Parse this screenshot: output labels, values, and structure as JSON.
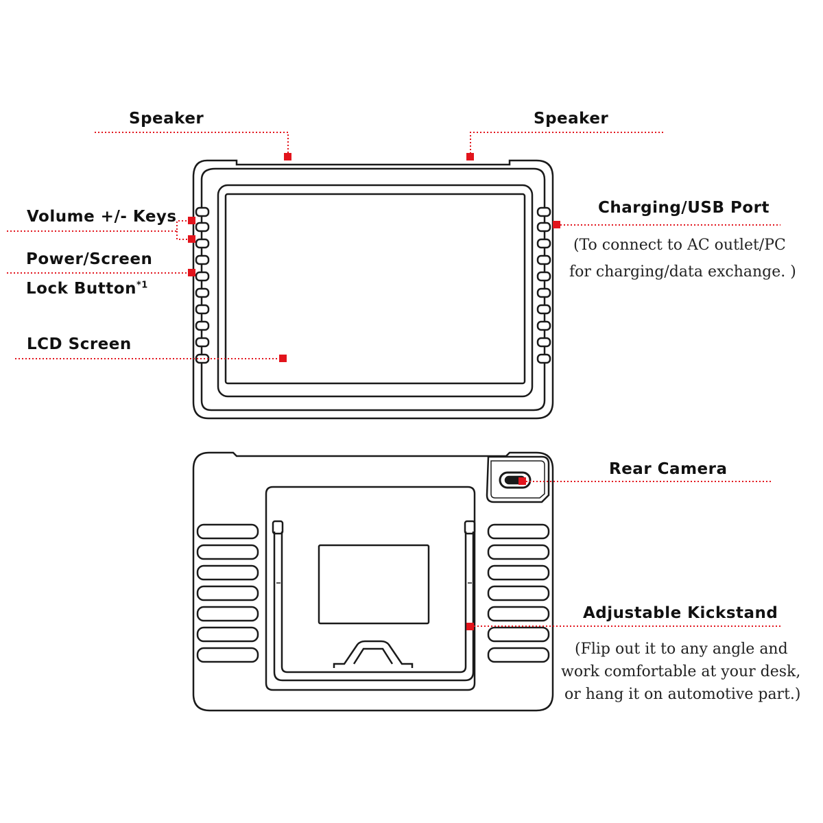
{
  "colors": {
    "accent": "#e2141c",
    "outline": "#1a1a1a",
    "background": "#ffffff"
  },
  "labels": {
    "speaker_left": "Speaker",
    "speaker_right": "Speaker",
    "volume_keys": "Volume +/- Keys",
    "power_line1": "Power/Screen",
    "power_line2": "Lock Button",
    "power_footnote": "*1",
    "lcd_screen": "LCD Screen",
    "charging_port": "Charging/USB Port",
    "charging_desc_1": "(To connect to AC outlet/PC",
    "charging_desc_2": "for charging/data exchange. )",
    "rear_camera": "Rear Camera",
    "kickstand": "Adjustable Kickstand",
    "kickstand_desc_1": "(Flip out it to any angle and",
    "kickstand_desc_2": "work comfortable at your desk,",
    "kickstand_desc_3": "or hang it on automotive part.)"
  }
}
